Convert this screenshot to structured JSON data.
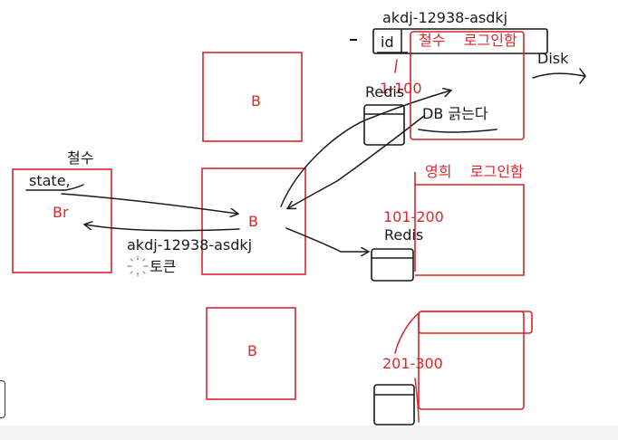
{
  "client": {
    "label": "Br",
    "user_label": "철수",
    "state_label": "state,"
  },
  "servers": {
    "top_label": "B",
    "middle_label": "B",
    "bottom_label": "B"
  },
  "token": {
    "value_left": "akdj-12938-asdkj",
    "value_top": "akdj-12938-asdkj",
    "label": "토큰"
  },
  "redis": {
    "top_label": "Redis",
    "middle_label": "Redis"
  },
  "shards": {
    "range_1": "1-100",
    "range_2": "101-200",
    "range_3": "201-300"
  },
  "session_store": {
    "id_label": "id",
    "entry_1": "철수    로그인함",
    "entry_2": "영희    로그인함",
    "db_label": "DB 긁는다",
    "disk_label": "Disk"
  },
  "colors": {
    "ink": "#1a1a1a",
    "red": "#e0262b"
  }
}
